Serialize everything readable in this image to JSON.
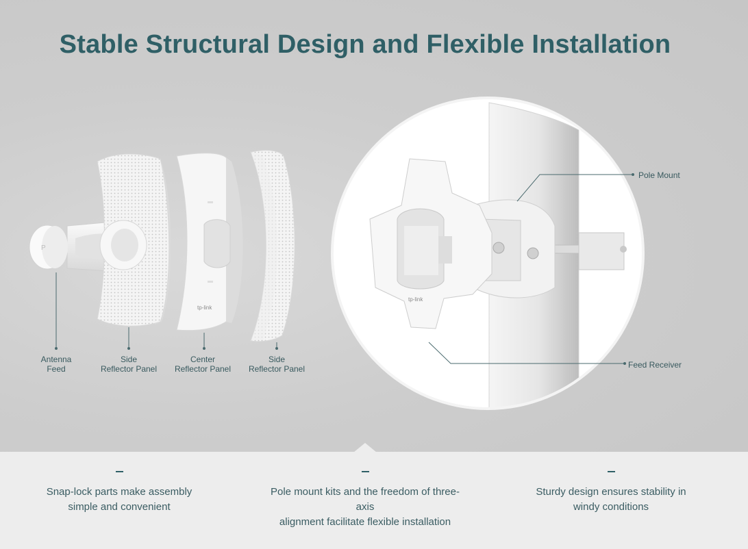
{
  "title": "Stable Structural Design and Flexible Installation",
  "exploded_labels": [
    {
      "line1": "Antenna",
      "line2": "Feed"
    },
    {
      "line1": "Side",
      "line2": "Reflector Panel"
    },
    {
      "line1": "Center",
      "line2": "Reflector Panel"
    },
    {
      "line1": "Side",
      "line2": "Reflector Panel"
    }
  ],
  "callouts": {
    "pole_mount": "Pole Mount",
    "feed_receiver": "Feed Receiver"
  },
  "logos": {
    "center_panel_logo": "tp-link",
    "mount_logo": "tp-link"
  },
  "features": [
    {
      "line1": "Snap-lock parts make assembly",
      "line2": "simple and convenient"
    },
    {
      "line1": "Pole mount kits and the freedom of three-axis",
      "line2": "alignment facilitate flexible installation"
    },
    {
      "line1": "Sturdy design ensures stability in",
      "line2": "windy conditions"
    }
  ],
  "colors": {
    "title": "#2f5f66",
    "label": "#38595e",
    "background": "#c9c9c9",
    "footer": "#ededed"
  }
}
